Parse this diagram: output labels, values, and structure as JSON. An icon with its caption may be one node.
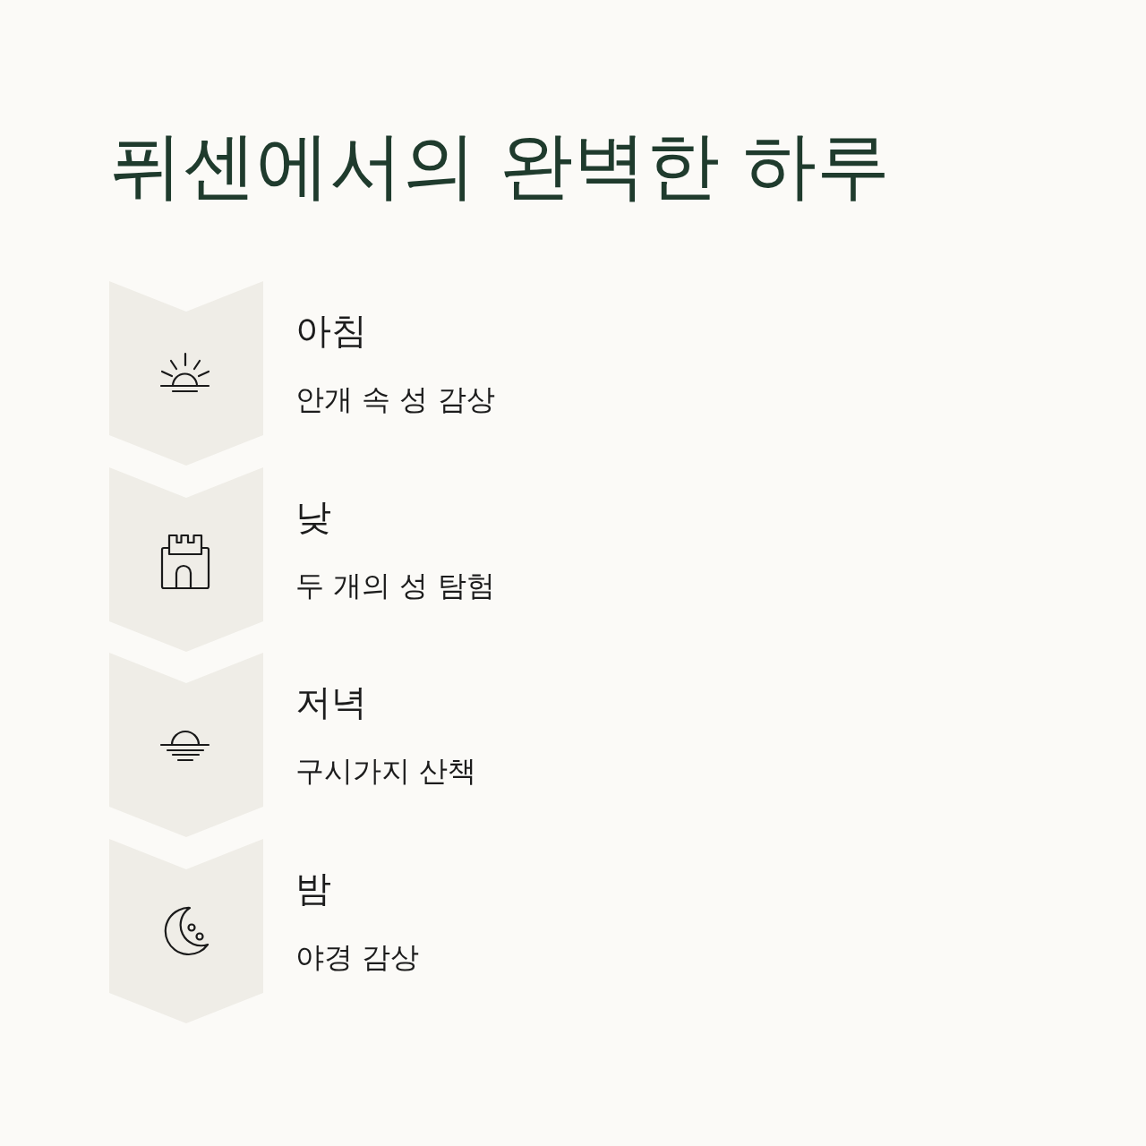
{
  "diagram": {
    "title": "퓌센에서의 완벽한 하루",
    "nodes": [
      {
        "text": [
          "아침",
          "안개 속 성 감상"
        ]
      },
      {
        "text": [
          "낮",
          "두 개의 성 탐험"
        ]
      },
      {
        "text": [
          "저녁",
          "구시가지 산책"
        ]
      },
      {
        "text": [
          "밤",
          "야경 감상"
        ]
      }
    ]
  }
}
